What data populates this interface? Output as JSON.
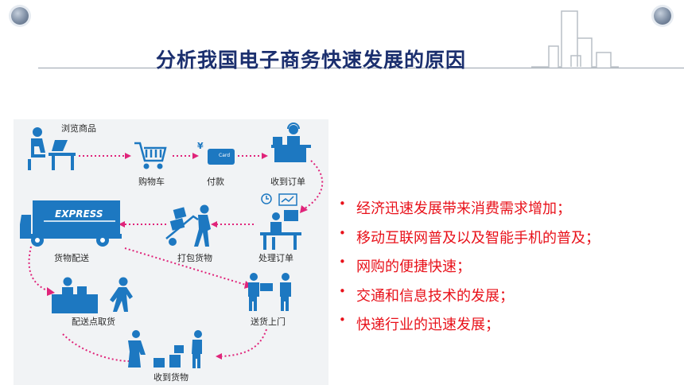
{
  "slide": {
    "title": "分析我国电子商务快速发展的原因",
    "accent_color": "#1b2f6e",
    "bullet_color": "#e8111a"
  },
  "flow": {
    "steps": {
      "browse": "浏览商品",
      "cart": "购物车",
      "pay": "付款",
      "receive_order": "收到订单",
      "process_order": "处理订单",
      "pack": "打包货物",
      "deliver": "货物配送",
      "pickup": "配送点取货",
      "door": "送货上门",
      "received": "收到货物"
    },
    "truck_text": "EXPRESS",
    "card_text": "Card",
    "yen_symbol": "¥",
    "icon_color": "#1d78c1",
    "arrow_color": "#e0247a"
  },
  "reasons": [
    "经济迅速发展带来消费需求增加；",
    "移动互联网普及以及智能手机的普及；",
    "网购的便捷快速；",
    "交通和信息技术的发展；",
    "快递行业的迅速发展；"
  ]
}
